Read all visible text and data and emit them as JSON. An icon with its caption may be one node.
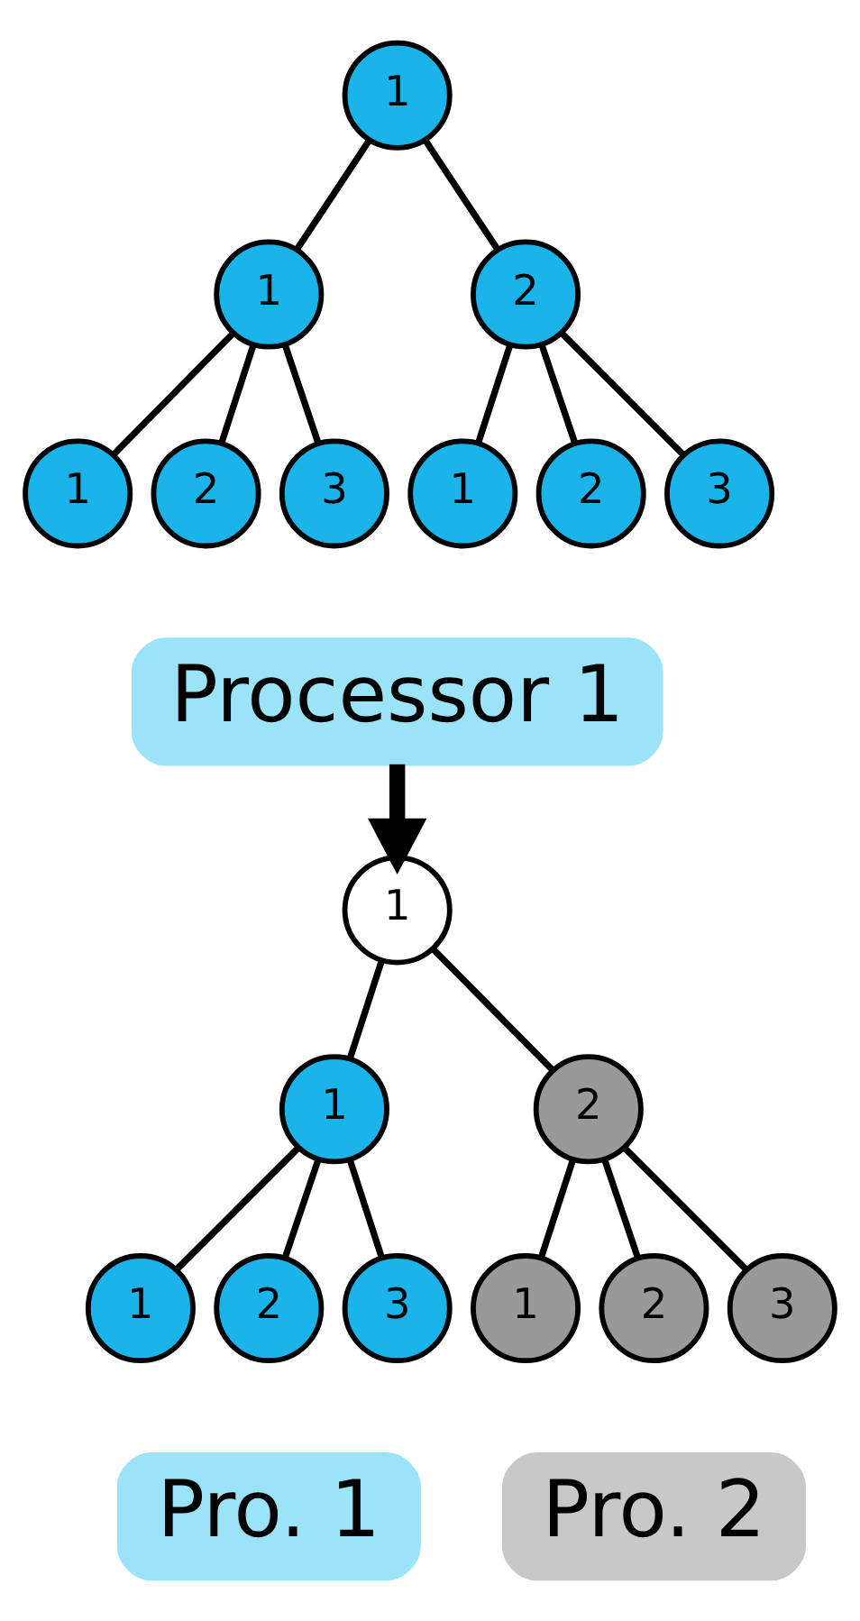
{
  "diagram": {
    "nodes": [
      {
        "text": [
          "1"
        ]
      },
      {
        "text": [
          "1"
        ]
      },
      {
        "text": [
          "2"
        ]
      },
      {
        "text": [
          "1"
        ]
      },
      {
        "text": [
          "2"
        ]
      },
      {
        "text": [
          "3"
        ]
      },
      {
        "text": [
          "1"
        ]
      },
      {
        "text": [
          "2"
        ]
      },
      {
        "text": [
          "3"
        ]
      },
      {
        "text": [
          "Processor 1"
        ]
      },
      {
        "text": [
          "1"
        ]
      },
      {
        "text": [
          "1"
        ]
      },
      {
        "text": [
          "2"
        ]
      },
      {
        "text": [
          "1"
        ]
      },
      {
        "text": [
          "2"
        ]
      },
      {
        "text": [
          "3"
        ]
      },
      {
        "text": [
          "1"
        ]
      },
      {
        "text": [
          "2"
        ]
      },
      {
        "text": [
          "3"
        ]
      },
      {
        "text": [
          "Pro. 1"
        ]
      },
      {
        "text": [
          "Pro. 2"
        ]
      }
    ],
    "edges": [
      {
        "from": 0,
        "to": 1,
        "arrow": "none"
      },
      {
        "from": 0,
        "to": 2,
        "arrow": "none"
      },
      {
        "from": 1,
        "to": 3,
        "arrow": "none"
      },
      {
        "from": 1,
        "to": 4,
        "arrow": "none"
      },
      {
        "from": 1,
        "to": 5,
        "arrow": "none"
      },
      {
        "from": 2,
        "to": 6,
        "arrow": "none"
      },
      {
        "from": 2,
        "to": 7,
        "arrow": "none"
      },
      {
        "from": 2,
        "to": 8,
        "arrow": "none"
      },
      {
        "from": 9,
        "to": 10,
        "arrow": "to",
        "style": "thick"
      },
      {
        "from": 10,
        "to": 11,
        "arrow": "none"
      },
      {
        "from": 10,
        "to": 12,
        "arrow": "none"
      },
      {
        "from": 11,
        "to": 13,
        "arrow": "none"
      },
      {
        "from": 11,
        "to": 14,
        "arrow": "none"
      },
      {
        "from": 11,
        "to": 15,
        "arrow": "none"
      },
      {
        "from": 12,
        "to": 16,
        "arrow": "none"
      },
      {
        "from": 12,
        "to": 17,
        "arrow": "none"
      },
      {
        "from": 12,
        "to": 18,
        "arrow": "none"
      }
    ]
  }
}
